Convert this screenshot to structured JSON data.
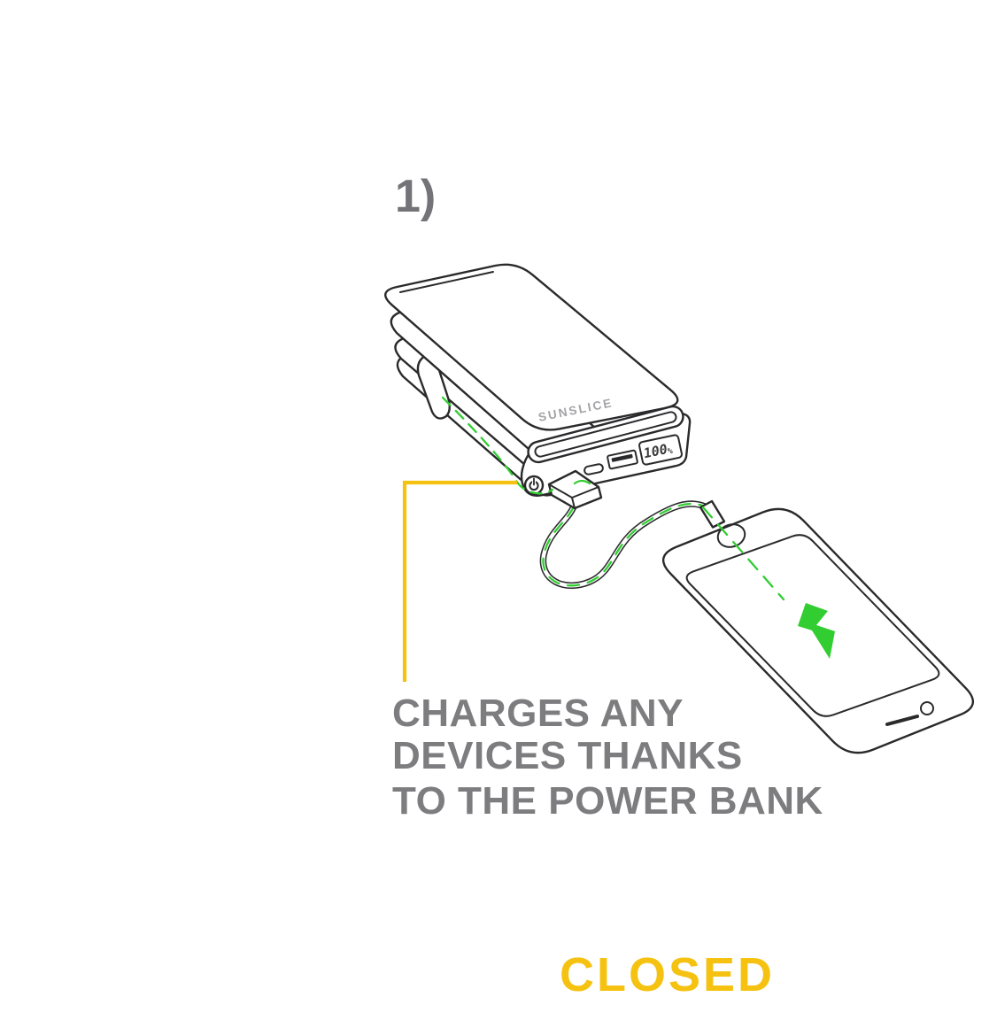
{
  "illustration": {
    "step_label": "1)",
    "caption": {
      "lines": [
        "CHARGES ANY",
        "DEVICES THANKS",
        "TO THE POWER BANK"
      ]
    },
    "state_label": "CLOSED",
    "power_bank": {
      "brand": "SUNSLICE",
      "battery_value": "100",
      "battery_unit": "%"
    },
    "colors": {
      "accent_yellow": "#F5C211",
      "energy_green": "#31CD31",
      "caption_gray": "#7D7D80",
      "step_gray": "#747478",
      "line_dark": "#2A2A2C"
    }
  }
}
